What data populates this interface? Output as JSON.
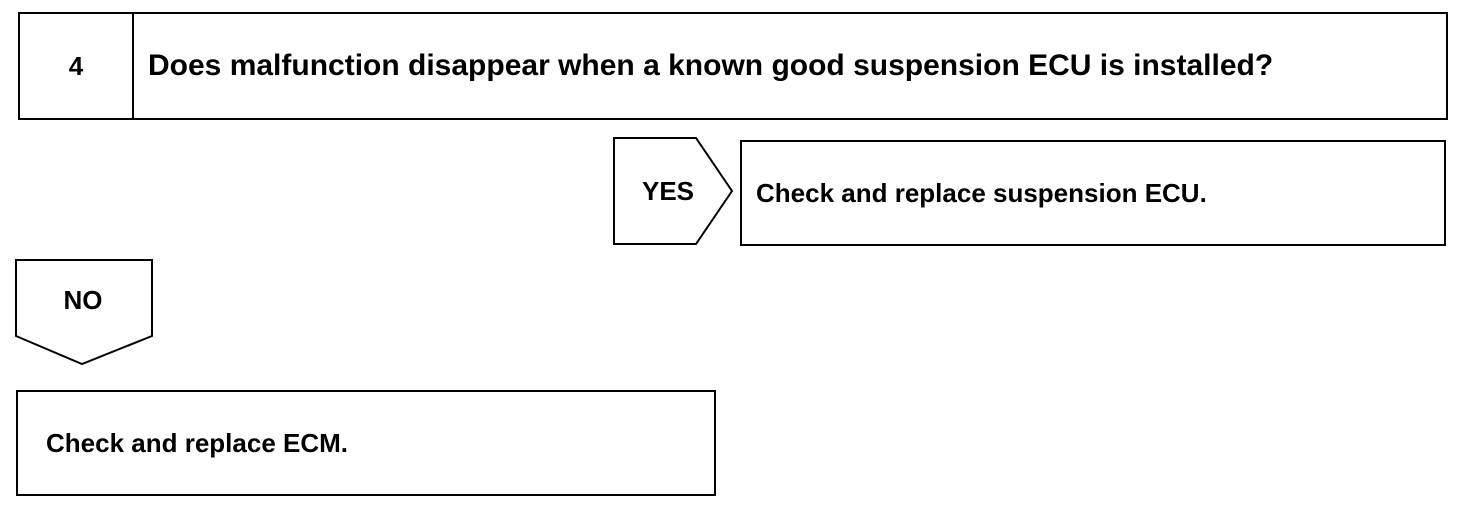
{
  "step": {
    "number": "4",
    "question": "Does malfunction disappear when a known good suspension ECU is installed?"
  },
  "yes_branch": {
    "label": "YES",
    "result": "Check and replace suspension ECU."
  },
  "no_branch": {
    "label": "NO",
    "result": "Check and replace ECM."
  }
}
